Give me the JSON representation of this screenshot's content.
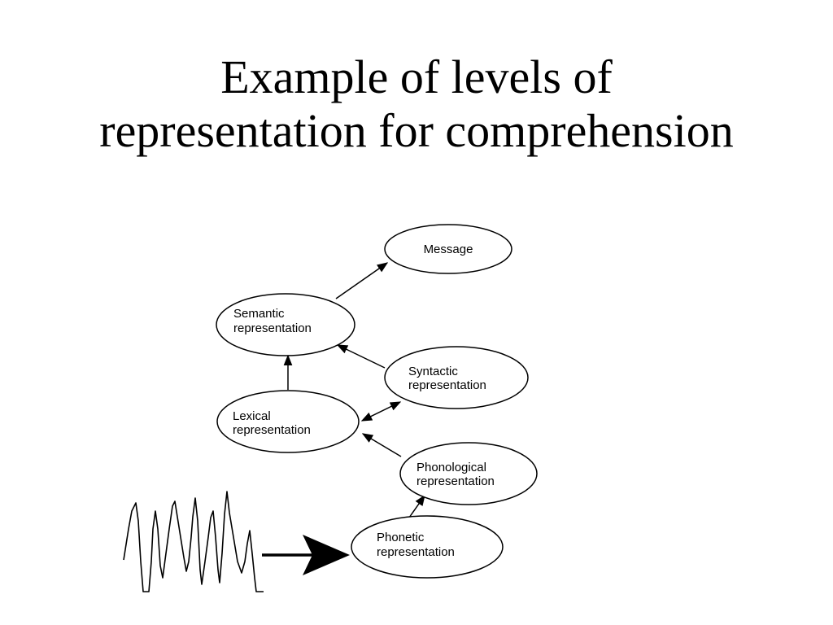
{
  "title": {
    "line1": "Example of levels of",
    "line2": "representation for comprehension"
  },
  "diagram": {
    "nodes": {
      "message": [
        "Message"
      ],
      "semantic": [
        "Semantic",
        "representation"
      ],
      "syntactic": [
        "Syntactic",
        "representation"
      ],
      "lexical": [
        "Lexical",
        "representation"
      ],
      "phonological": [
        "Phonological",
        "representation"
      ],
      "phonetic": [
        "Phonetic",
        "representation"
      ]
    },
    "edges": [
      {
        "from": "semantic",
        "to": "message"
      },
      {
        "from": "syntactic",
        "to": "semantic"
      },
      {
        "from": "lexical",
        "to": "semantic"
      },
      {
        "from": "lexical",
        "to": "syntactic",
        "bidirectional": true
      },
      {
        "from": "phonological",
        "to": "lexical"
      },
      {
        "from": "phonetic",
        "to": "phonological"
      },
      {
        "from": "waveform",
        "to": "phonetic"
      }
    ],
    "colors": {
      "stroke": "#000000",
      "fill": "#ffffff"
    }
  }
}
